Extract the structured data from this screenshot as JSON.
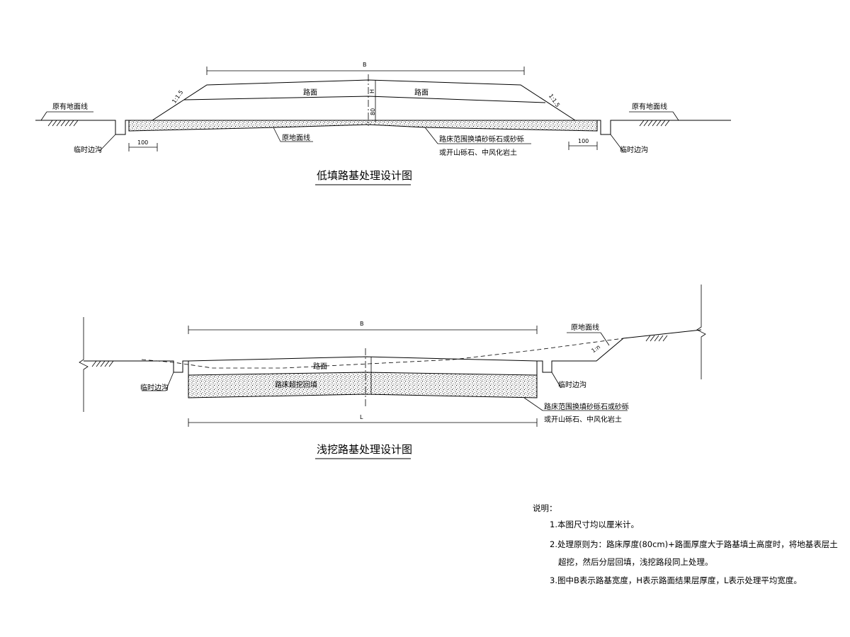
{
  "fill_section": {
    "title": "低填路基处理设计图",
    "width_label": "B",
    "pavement_left": "路面",
    "pavement_right": "路面",
    "height_label": "H",
    "bed_thickness": "80",
    "slope_left": "1:1.5",
    "slope_right": "1:1.5",
    "ground_left": "原有地面线",
    "ground_right": "原有地面线",
    "ditch_left": "临时边沟",
    "ditch_right": "临时边沟",
    "dim_left": "100",
    "dim_right": "100",
    "original_ground": "原地面线",
    "replace_line1": "路床范围换填砂砾石或砂砾",
    "replace_line2": "或开山砾石、中风化岩土"
  },
  "cut_section": {
    "title": "浅挖路基处理设计图",
    "width_label": "B",
    "avg_width_label": "L",
    "pavement": "路面",
    "backfill": "路床超挖回填",
    "original_ground": "原地面线",
    "slope": "1:n",
    "ditch_left": "临时边沟",
    "ditch_right": "临时边沟",
    "replace_line1": "路床范围换填砂砾石或砂砾",
    "replace_line2": "或开山砾石、中风化岩土"
  },
  "notes": {
    "heading": "说明：",
    "line1": "1.本图尺寸均以厘米计。",
    "line2": "2.处理原则为：路床厚度(80cm)+路面厚度大于路基填土高度时，将地基表层土",
    "line2b": "超挖，然后分层回填，浅挖路段同上处理。",
    "line3": "3.图中B表示路基宽度，H表示路面结果层厚度，L表示处理平均宽度。"
  }
}
